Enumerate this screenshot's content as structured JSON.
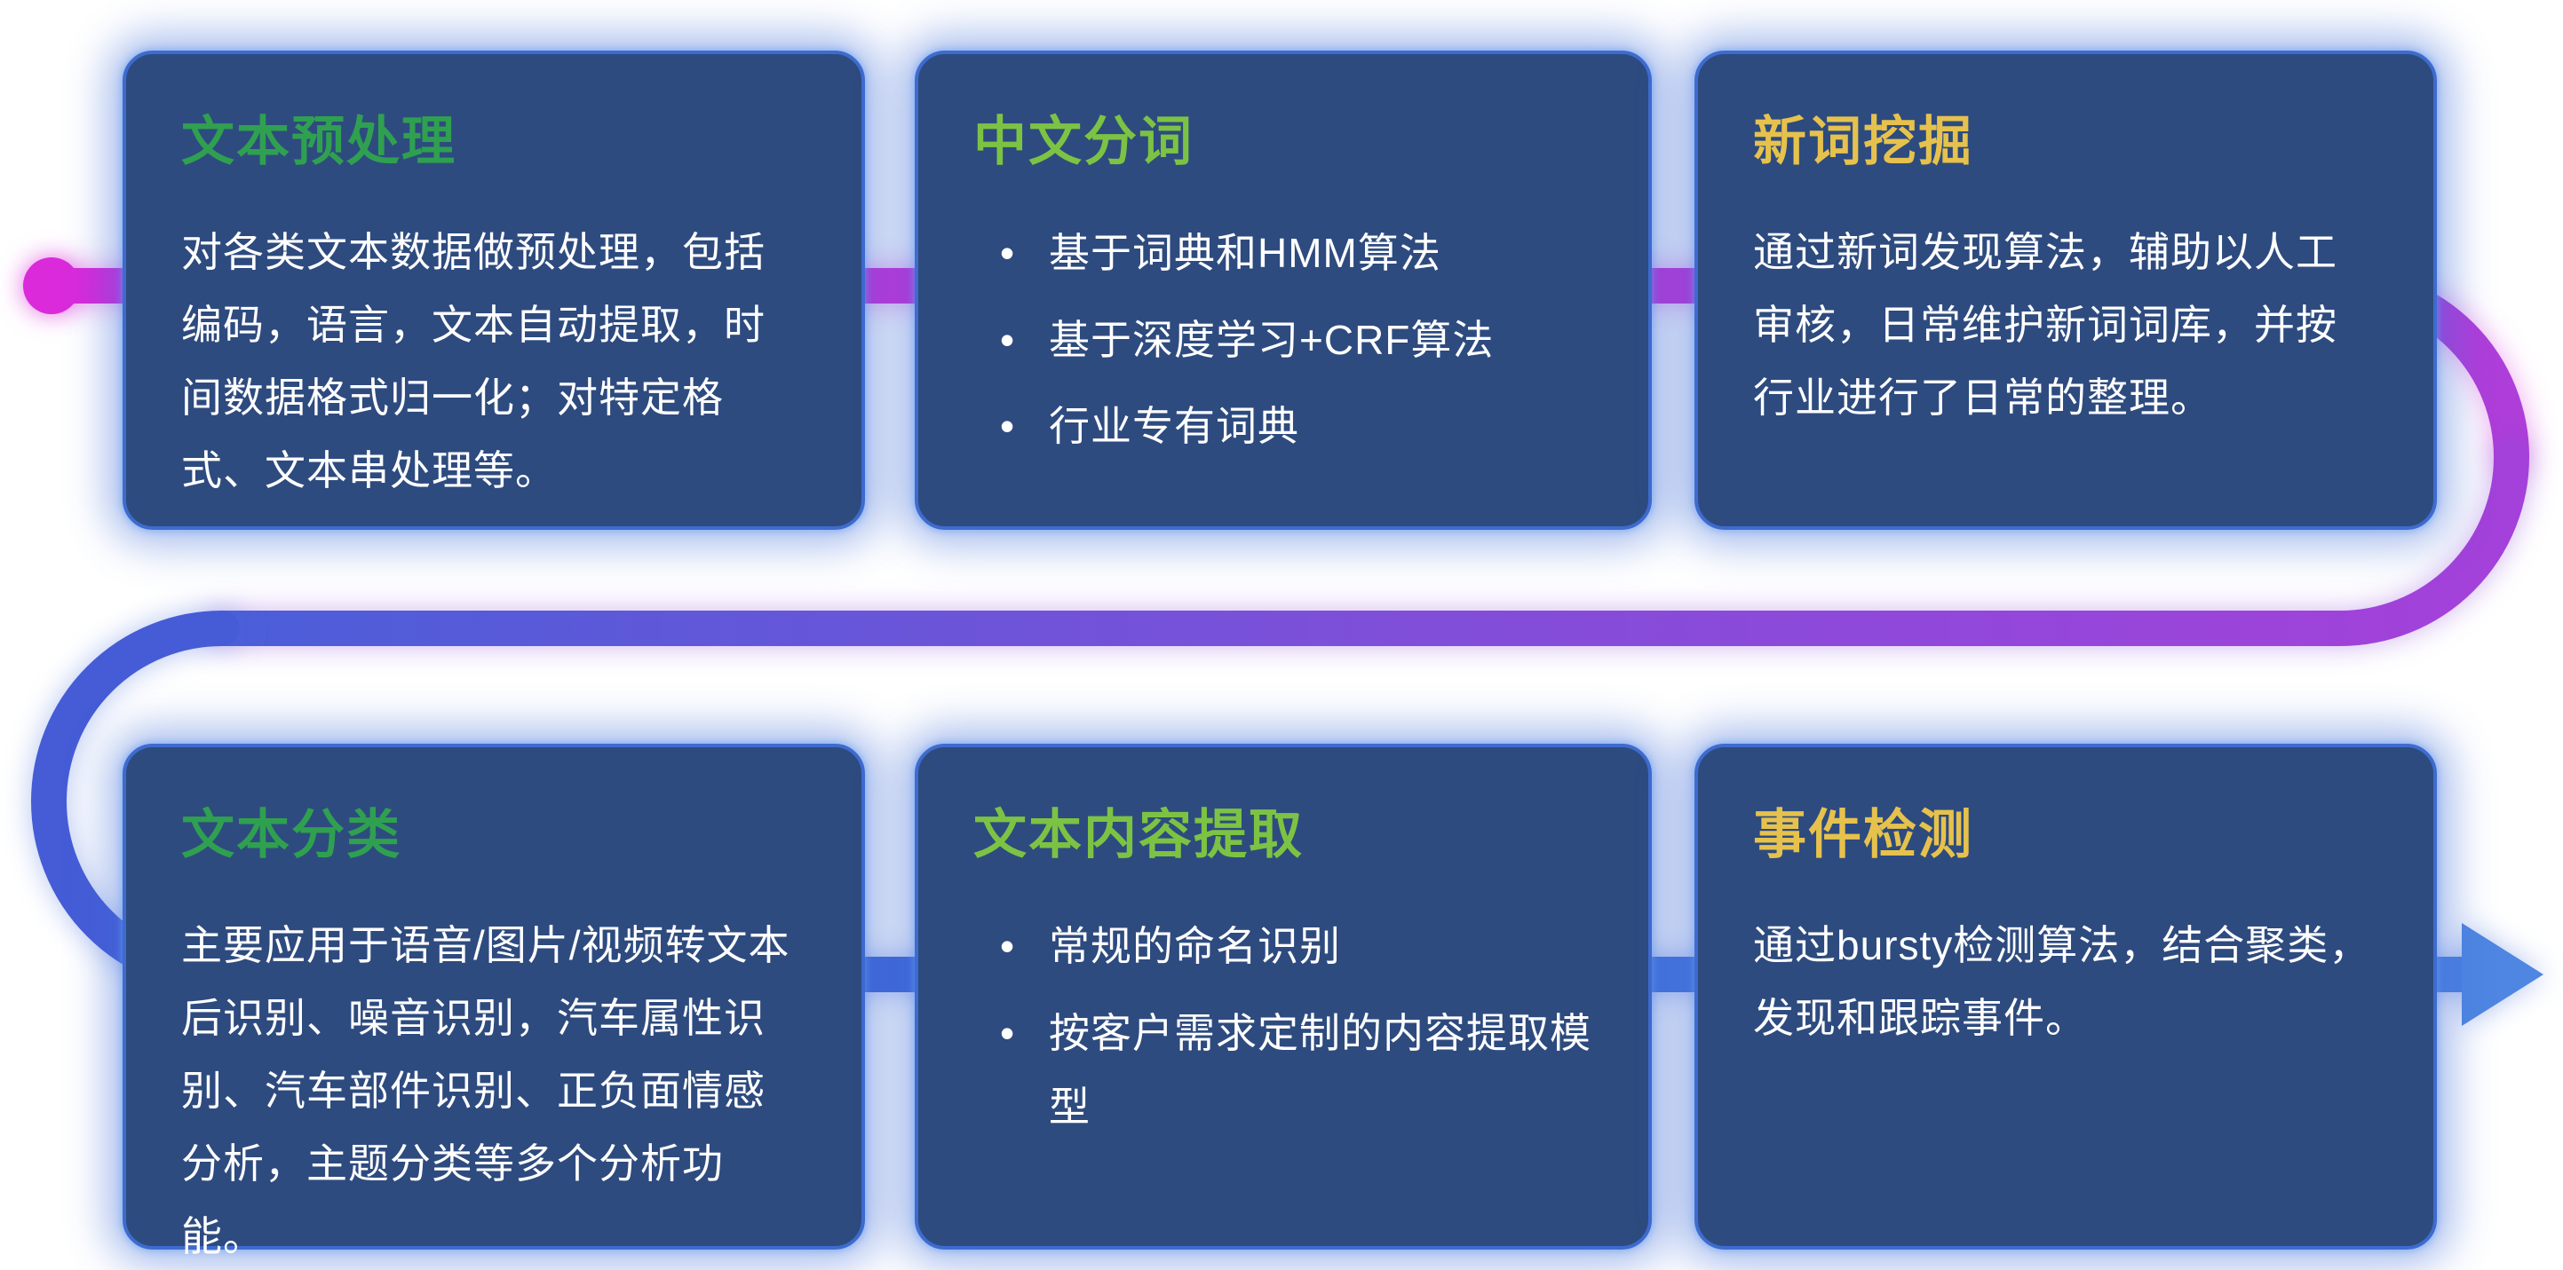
{
  "diagram": {
    "type": "process-flow",
    "description_direction": "snake path: row1 left-to-right, curves down on right, back across, curves down on left, row2 left-to-right to arrow",
    "start_marker": "magenta-circle",
    "end_marker": "blue-right-arrow"
  },
  "colors": {
    "card_bg": "#2e4b7f",
    "card_border_glow": "#3e6bce",
    "title_green": "#2fa050",
    "title_lime": "#7cc344",
    "title_gold": "#e6c24d",
    "body_text": "#ffffff",
    "flow_start_magenta": "#d92ad9",
    "flow_mid_purple": "#7e4fd9",
    "flow_end_blue": "#4f86e2",
    "page_bg": "#ffffff"
  },
  "cards": [
    {
      "id": "text-preprocessing",
      "title": "文本预处理",
      "title_color": "green",
      "body": "对各类文本数据做预处理，包括编码，语言，文本自动提取，时间数据格式归一化；对特定格式、文本串处理等。",
      "bullets": []
    },
    {
      "id": "chinese-word-segmentation",
      "title": "中文分词",
      "title_color": "lime",
      "body": "",
      "bullets": [
        "基于词典和HMM算法",
        "基于深度学习+CRF算法",
        "行业专有词典"
      ]
    },
    {
      "id": "new-word-mining",
      "title": "新词挖掘",
      "title_color": "gold",
      "body": "通过新词发现算法，辅助以人工审核，日常维护新词词库，并按行业进行了日常的整理。",
      "bullets": []
    },
    {
      "id": "text-classification",
      "title": "文本分类",
      "title_color": "green",
      "body": "主要应用于语音/图片/视频转文本后识别、噪音识别，汽车属性识别、汽车部件识别、正负面情感分析，主题分类等多个分析功能。",
      "bullets": []
    },
    {
      "id": "text-content-extraction",
      "title": "文本内容提取",
      "title_color": "lime",
      "body": "",
      "bullets": [
        "常规的命名识别",
        "按客户需求定制的内容提取模型"
      ]
    },
    {
      "id": "event-detection",
      "title": "事件检测",
      "title_color": "gold",
      "body": "通过bursty检测算法，结合聚类，发现和跟踪事件。",
      "bullets": []
    }
  ]
}
